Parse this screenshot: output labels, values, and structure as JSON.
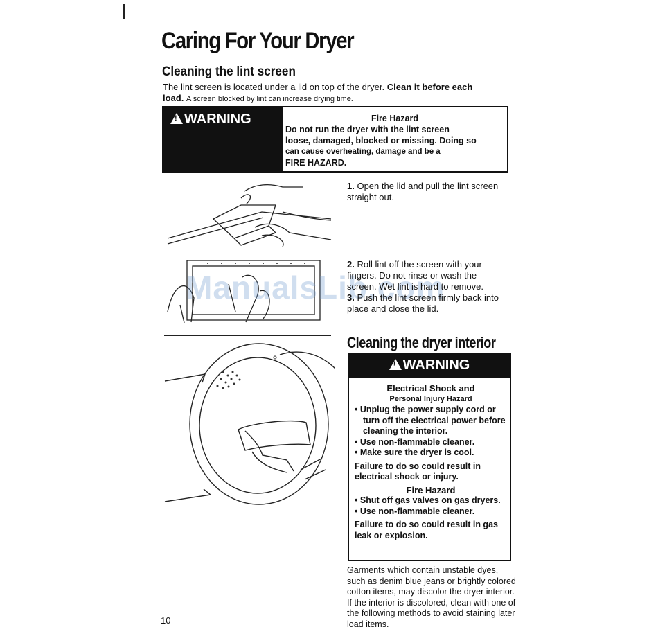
{
  "page": {
    "title": "Caring For Your Dryer",
    "page_number": "10",
    "watermark": "ManualsLib.com"
  },
  "lint_section": {
    "heading": "Cleaning the lint screen",
    "intro_text": "The lint screen is located under a lid on top of the dryer.",
    "intro_bold": "Clean it before each load.",
    "intro_tail": "A screen blocked by lint can increase drying time."
  },
  "warning1": {
    "label": "WARNING",
    "heading": "Fire Hazard",
    "line1": "Do not run the dryer with the lint screen",
    "line2": "loose, damaged, blocked or missing. Doing so",
    "line3": "can cause overheating, damage and be a",
    "line4": "FIRE HAZARD."
  },
  "steps": [
    {
      "num": "1.",
      "text": "Open the lid and pull the lint screen straight out."
    },
    {
      "num": "2.",
      "text": "Roll lint off the screen with your fingers. Do not rinse or wash the screen. Wet lint is hard to remove."
    },
    {
      "num": "3.",
      "text": "Push the lint screen firmly back into place and close the lid."
    }
  ],
  "interior_section": {
    "heading": "Cleaning the dryer interior"
  },
  "warning2": {
    "label": "WARNING",
    "heading1": "Electrical Shock and",
    "heading1_sub": "Personal Injury Hazard",
    "bullets1": [
      "Unplug the power supply cord or turn off the electrical power before cleaning the interior.",
      "Use non-flammable cleaner.",
      "Make sure the dryer is cool."
    ],
    "result1": "Failure to do so could result in electrical shock or injury.",
    "heading2": "Fire Hazard",
    "bullets2": [
      "Shut off gas valves on gas dryers.",
      "Use non-flammable cleaner."
    ],
    "result2": "Failure to do so could result in gas leak or explosion."
  },
  "garments_text": "Garments which contain unstable dyes, such as denim blue jeans or brightly colored cotton items, may discolor the dryer interior. If the interior is discolored, clean with one of the following methods to avoid staining later load items."
}
